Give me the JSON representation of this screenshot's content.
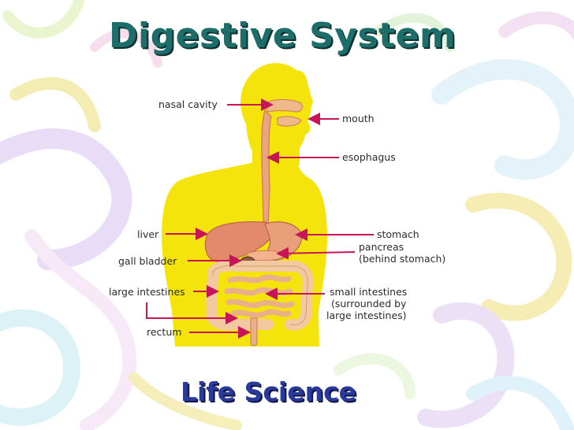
{
  "title": "Digestive System",
  "subtitle": "Life Science",
  "colors": {
    "title": "#1d6e6b",
    "subtitle": "#2a3a9a",
    "body": "#f4e40c",
    "organ_stomach": "#e8a07a",
    "intestine": "#f3c9a2",
    "arrow": "#c8155a"
  },
  "labels": {
    "nasal_cavity": "nasal cavity",
    "mouth": "mouth",
    "esophagus": "esophagus",
    "liver": "liver",
    "stomach": "stomach",
    "pancreas": "pancreas",
    "behind_stomach": "(behind stomach)",
    "gall_bladder": "gall bladder",
    "large_intestines": "large intestines",
    "small_intestines": "small intestines",
    "surrounded_by": "(surrounded by",
    "large_intestines_paren": "large intestines)",
    "rectum": "rectum"
  }
}
